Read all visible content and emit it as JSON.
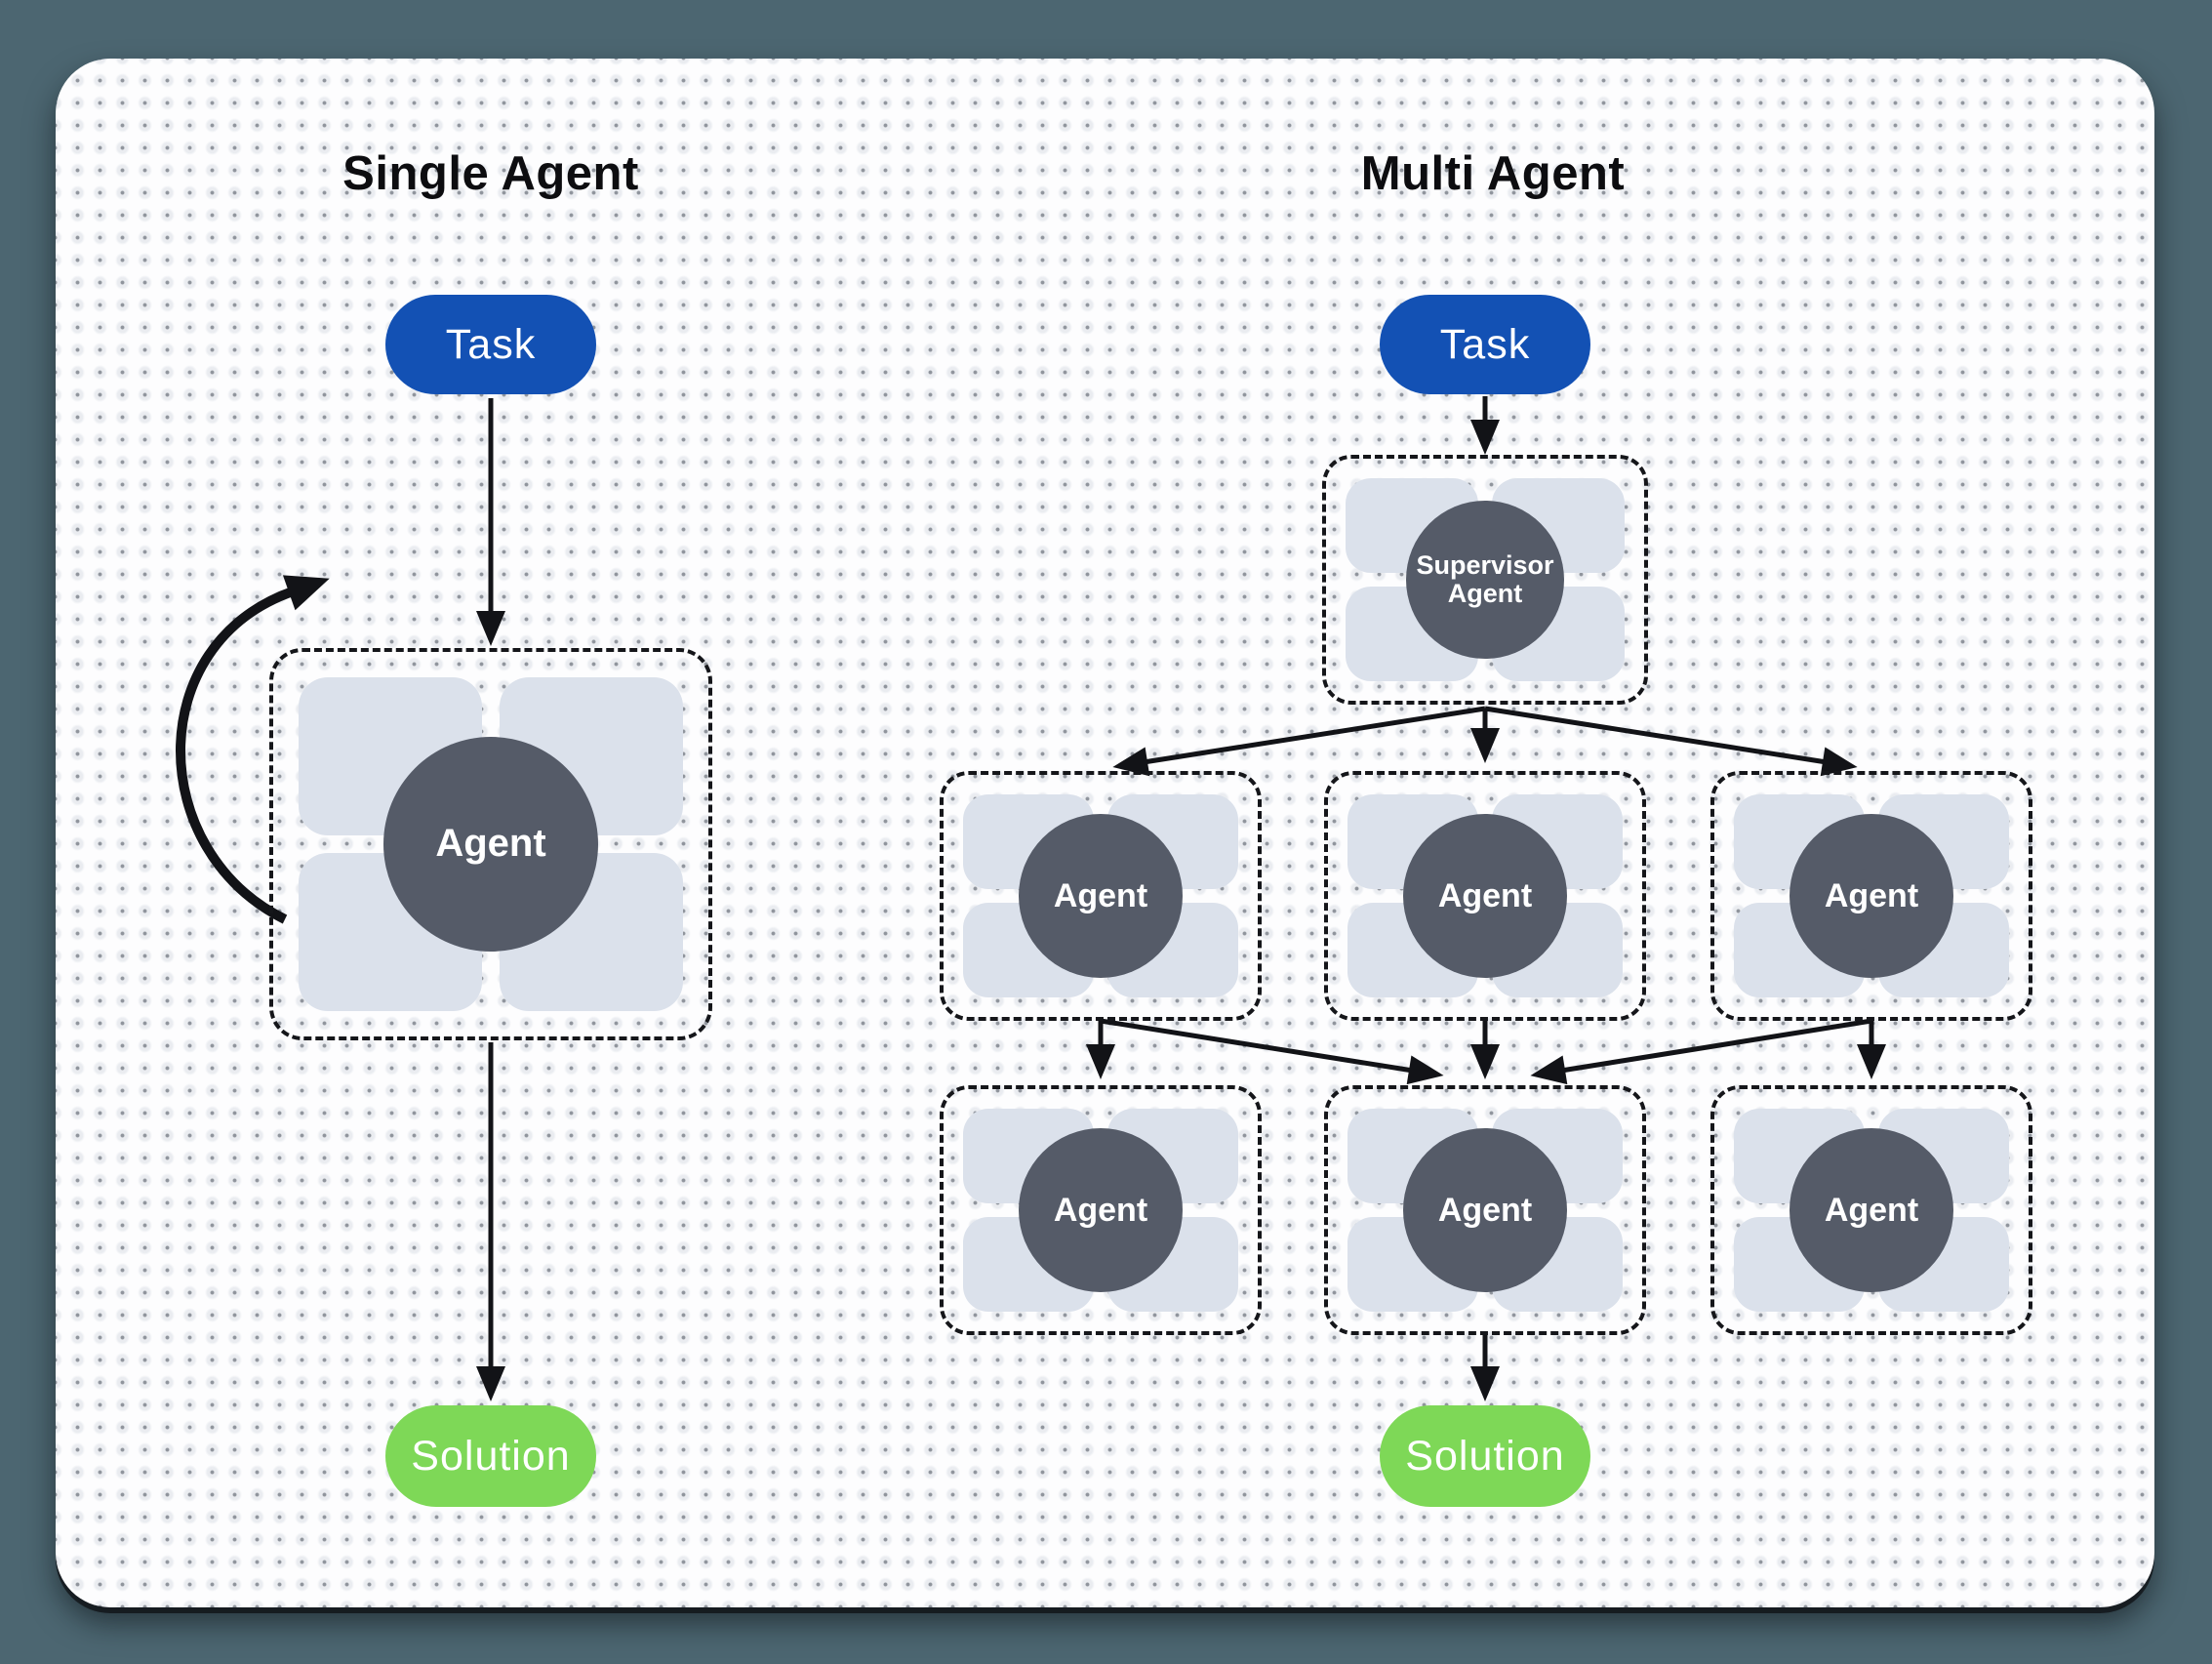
{
  "colors": {
    "background": "#4c6671",
    "canvas": "#fdfdfe",
    "title": "#0d0d10",
    "task": "#1351b4",
    "solution": "#7ed857",
    "agent_circle": "#555b68",
    "chip": "#dbe1eb",
    "arrow": "#121317"
  },
  "single": {
    "title": "Single Agent",
    "task_label": "Task",
    "agent_label": "Agent",
    "solution_label": "Solution"
  },
  "multi": {
    "title": "Multi Agent",
    "task_label": "Task",
    "supervisor_line1": "Supervisor",
    "supervisor_line2": "Agent",
    "agent_labels": [
      "Agent",
      "Agent",
      "Agent",
      "Agent",
      "Agent",
      "Agent"
    ],
    "solution_label": "Solution"
  }
}
